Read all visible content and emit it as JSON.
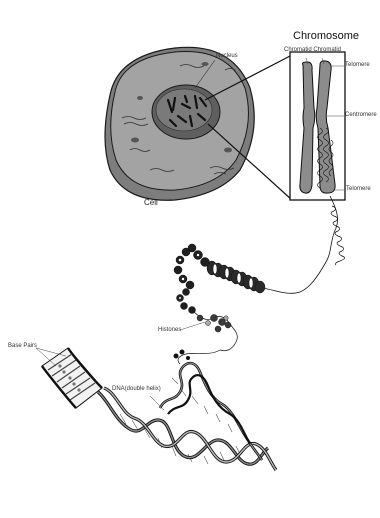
{
  "labels": {
    "chromosome_title": "Chromosome",
    "nucleus": "Nucleus",
    "chromatid_pair": "Chromatid Chromatid",
    "telomere_top": "Telomere",
    "centromere": "Centromere",
    "telomere_bottom": "Telomere",
    "cell": "Cell",
    "histones": "Histones",
    "base_pairs": "Base Pairs",
    "dna": "DNA(double helix)"
  },
  "colors": {
    "cell_body": "#9a9a9a",
    "nucleus": "#6e6e6e",
    "chromosome": "#8c8c8c",
    "ink": "#1a1a1a"
  }
}
